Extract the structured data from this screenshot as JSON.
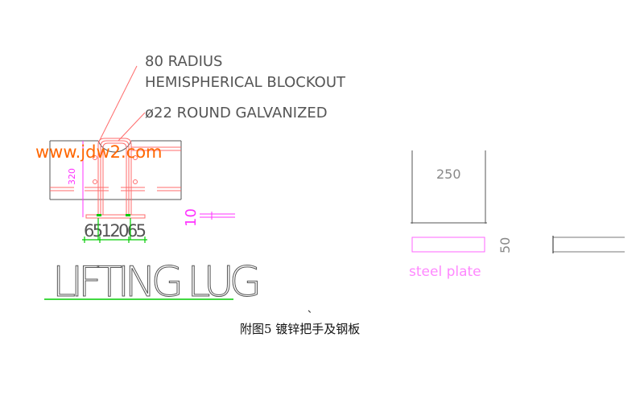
{
  "labels": {
    "note_radius_line1": "80 RADIUS",
    "note_radius_line2": "HEMISPHERICAL BLOCKOUT",
    "note_rod": "ø22 ROUND GALVANIZED",
    "dim_height": "320",
    "dim_thickness": "10",
    "dim_bottom": "6512065",
    "title": "LIFTING LUG",
    "plate_width": "250",
    "plate_height": "50",
    "plate_label": "steel plate",
    "caption": "附图5  镀锌把手及钢板",
    "watermark": "www.jdw2.com"
  },
  "colors": {
    "red": "#ff6b6b",
    "magenta": "#ff33ff",
    "green": "#00cc00",
    "watermark": "#ff6600",
    "line": "#555555"
  }
}
